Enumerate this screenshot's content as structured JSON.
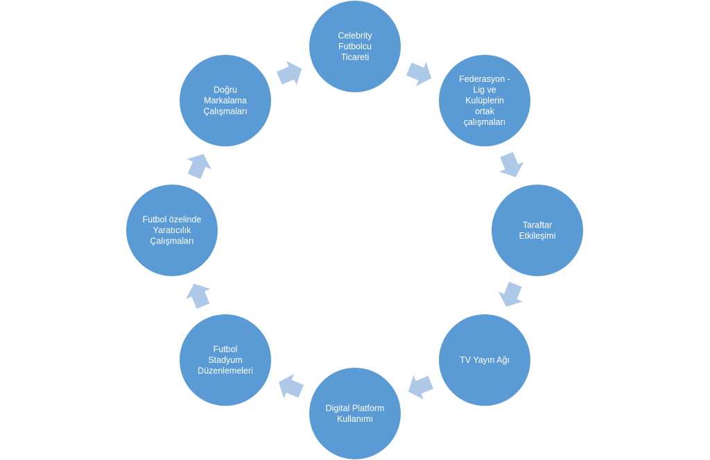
{
  "diagram": {
    "type": "cycle",
    "colors": {
      "node_fill": "#5b9bd5",
      "arrow_fill": "#aec8e8",
      "text": "#ffffff"
    },
    "nodes": [
      {
        "id": "n1",
        "lines": [
          "Celebrity",
          "Futbolcu",
          "Ticareti"
        ]
      },
      {
        "id": "n2",
        "lines": [
          "Federasyon -",
          "Lig ve",
          "Kulüplerin",
          "ortak",
          "çalışmaları"
        ]
      },
      {
        "id": "n3",
        "lines": [
          "Taraftar",
          "Etkileşimi"
        ]
      },
      {
        "id": "n4",
        "lines": [
          "TV Yayın Ağı"
        ]
      },
      {
        "id": "n5",
        "lines": [
          "Digital Platform",
          "Kullanımı"
        ]
      },
      {
        "id": "n6",
        "lines": [
          "Futbol",
          "Stadyum",
          "Düzenlemeleri"
        ]
      },
      {
        "id": "n7",
        "lines": [
          "Futbol özelinde",
          "Yaratıcılık",
          "Çalışmaları"
        ]
      },
      {
        "id": "n8",
        "lines": [
          "Doğru",
          "Markalama",
          "Çalışmaları"
        ]
      }
    ]
  }
}
